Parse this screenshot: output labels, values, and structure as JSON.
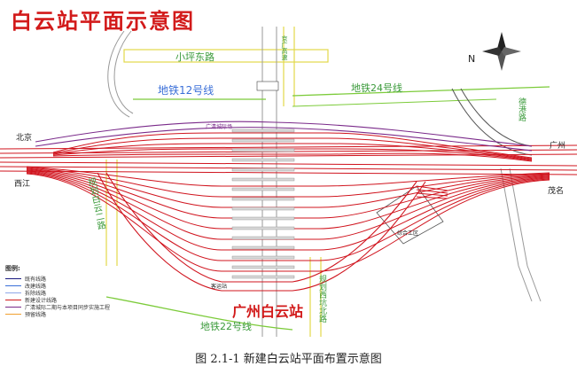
{
  "title": "白云站平面示意图",
  "caption": "图 2.1-1  新建白云站平面布置示意图",
  "compass": "N",
  "roads": {
    "xiaopingdong": "小坪东路",
    "baiyun2": "规划白云二路",
    "baiyun_north": "规划西坑北路",
    "road_right": "德港路",
    "road_right2": "京广高速"
  },
  "metro": {
    "line12": "地铁12号线",
    "line24": "地铁24号线",
    "line22": "地铁22号线"
  },
  "directions": {
    "beijing": "北京",
    "guangzhou": "广州",
    "xijiang": "西江",
    "maoming": "茂名"
  },
  "station": {
    "name": "广州白云站",
    "small_label": "客运站",
    "depot_label": "综合工区",
    "bridge_label": "广清城际场"
  },
  "legend": {
    "title": "图例:",
    "items": [
      {
        "label": "既有线路",
        "color": "#1a1a80"
      },
      {
        "label": "改建线路",
        "color": "#3a6fd8"
      },
      {
        "label": "拆除线路",
        "color": "#8fa7e8"
      },
      {
        "label": "新建设计线路",
        "color": "#d21a1a"
      },
      {
        "label": "广清城际二期与本项目同步实施工程",
        "color": "#7a2a8a"
      },
      {
        "label": "预留线路",
        "color": "#f0a030"
      }
    ]
  },
  "colors": {
    "track_red": "#d0141e",
    "track_purple": "#7a2a8a",
    "metro_green": "#7ccb3a",
    "road_yellow": "#e2d84a",
    "existing_blue": "#2a2a8a",
    "grey_road": "#9a9a9a"
  }
}
